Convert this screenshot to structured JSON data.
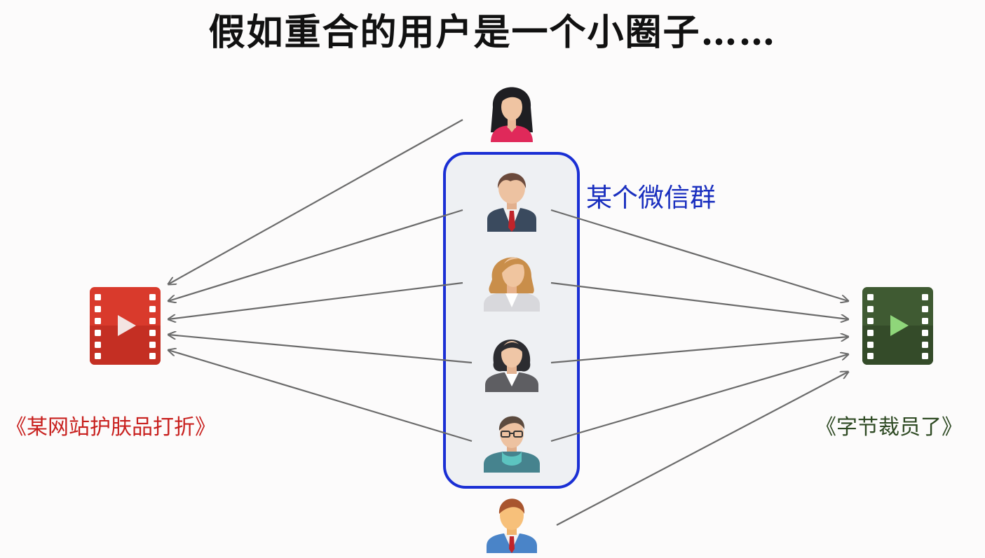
{
  "title": "假如重合的用户是一个小圈子……",
  "group_label": "某个微信群",
  "left_video": {
    "icon": "video-play-icon",
    "color": "#d93a2c",
    "caption": "《某网站护肤品打折》"
  },
  "right_video": {
    "icon": "video-play-icon",
    "color": "#3f5a32",
    "caption": "《字节裁员了》"
  },
  "colors": {
    "group_border": "#1a2fd4",
    "arrow": "#6b6b6b",
    "left_caption": "#c8201e",
    "right_caption": "#2e4a23",
    "group_label": "#1a2fbf"
  },
  "users": [
    {
      "name": "user-woman-top",
      "icon": "woman-avatar-icon"
    },
    {
      "name": "user-man-suit",
      "icon": "man-suit-avatar-icon"
    },
    {
      "name": "user-woman-blonde",
      "icon": "woman-blonde-avatar-icon"
    },
    {
      "name": "user-woman-dark",
      "icon": "woman-dark-avatar-icon"
    },
    {
      "name": "user-man-glasses",
      "icon": "man-glasses-avatar-icon"
    },
    {
      "name": "user-man-bottom",
      "icon": "man-avatar-icon"
    }
  ]
}
